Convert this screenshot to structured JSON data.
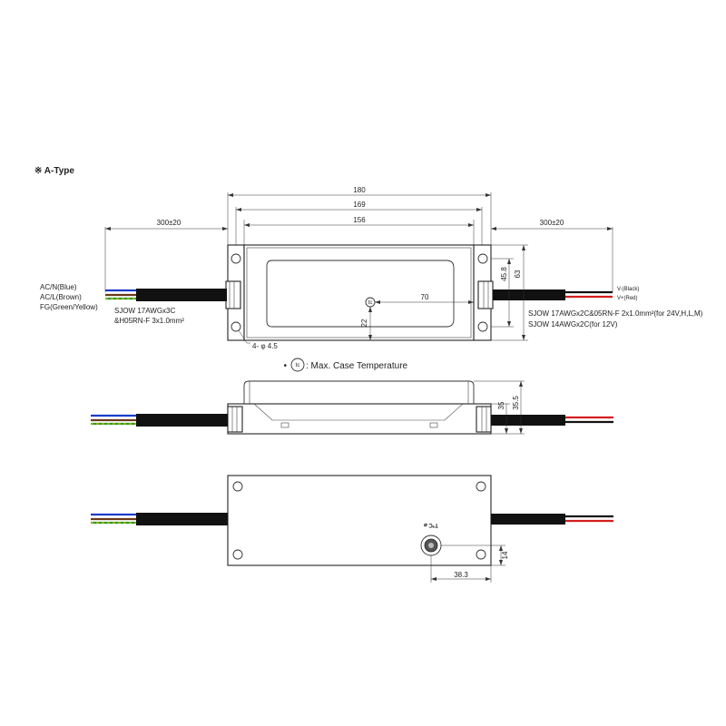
{
  "title": "※ A-Type",
  "dimensions": {
    "overall_length": "180",
    "mounting_hole_span": "169",
    "body_length": "156",
    "input_cable_length": "300±20",
    "output_cable_length": "300±20",
    "height_holes": "45.8",
    "height_body": "63",
    "tc_x": "70",
    "tc_y": "22",
    "mount_holes": "4- φ 4.5",
    "side_height_a": "35",
    "side_height_b": "35.5",
    "bottom_offset_y": "14",
    "bottom_offset_x": "38.3"
  },
  "input_wires": {
    "labels": [
      "AC/N(Blue)",
      "AC/L(Brown)",
      "FG(Green/Yellow)"
    ],
    "cable_spec_1": "SJOW 17AWGx3C",
    "cable_spec_2": "&H05RN-F 3x1.0mm²"
  },
  "output_wires": {
    "labels": [
      "V-(Black)",
      "V+(Red)"
    ],
    "cable_spec_1": "SJOW 17AWGx2C&05RN-F 2x1.0mm²(for 24V,H,L,M)",
    "cable_spec_2": "SJOW 14AWGx2C(for 12V)"
  },
  "tc_symbol": "tc",
  "tc_caption": ": Max. Case Temperature",
  "bottom_label": "T℃ ⌀"
}
